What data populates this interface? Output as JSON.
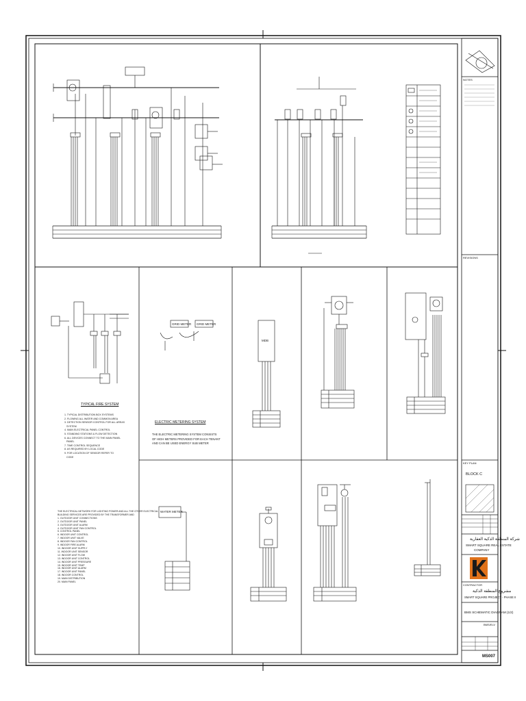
{
  "drawing": {
    "panel_captions": {
      "riser_left": "",
      "riser_right": "",
      "typical_fire": "TYPICAL FIRE SYSTEM",
      "metering": "ELECTRIC METERING SYSTEM",
      "wall_mount": "",
      "main_panel": "",
      "outdoor_panel": "",
      "typical_riser": "",
      "meter_board": ""
    },
    "box_labels": {
      "grid_meter_1": "GRID METER",
      "grid_meter_2": "GRID METER",
      "water_meter": "WATER METER",
      "mdb": "MDB"
    },
    "metering_text": "THE ELECTRIC METERING SYSTEM CONSISTS\nOF HIGH METERS PROVIDED FOR EACH TENANT\nAND CAN BE USED ENERGY SUB METER",
    "fire_notes": "1. TYPICAL DISTRIBUTION BOX SYSTEMS\n2. FLOWING ALL WATER AND COMMON AREA\n3. DETECTION SENSOR CONTROL FOR ALL AREAS\n   SYSTEM\n4. MAIN ELECTRICAL PANEL CONTROL\n5. STANDING STATIONS & FLOW DETECTION\n6. ALL DEVICES CONNECT TO THE MAIN PANEL\n   PANEL\n7. TIME CONTROL SEQUENCE\n8. AS REQUIRED BY LOCAL CODE\n9. FOR LOCATION OF SENSOR REFER TO\n   CODE",
    "lower_notes": "THE ELECTRICAL NETWORK FOR LIGHTING POWER AND ALL THE OTHER ELECTRICAL\nBUILDING SERVICES ARE PROVIDED BY THE TRANSFORMER AND\n1. OUTDOOR UNIT CONNECTIONS\n2. OUTDOOR UNIT PANEL\n3. OUTDOOR UNIT ALARM\n4. OUTDOOR UNIT FAN CONTROL\n5. CONTROL PANEL\n6. INDOOR UNIT CONTROL\n7. INDOOR UNIT VALVE\n8. INDOOR FAN CONTROL\n9. INDOOR FIRE ALARM\n10. INDOOR UNIT SUPPLY\n11. INDOOR UNIT SENSOR\n12. INDOOR UNIT FLOW\n13. INDOOR UNIT CONTROL\n14. INDOOR UNIT PRESSURE\n15. INDOOR UNIT TEMP\n16. INDOOR UNIT ALARM\n17. INDOOR UNIT PANEL\n18. INDOOR CONTROL\n19. MAIN DISTRIBUTION\n20. MAIN PANEL"
  },
  "title_block": {
    "key_plan_heading": "KEY PLAN",
    "block_label": "BLOCK C",
    "company_ar": "شركة المنطقة الذكية العقارية",
    "company_en_1": "SMART SQUARE REAL ESTATE",
    "company_en_2": "COMPANY",
    "project_ar": "مشروع المنطقة الذكية",
    "project_en": "SMART SQUARE PROJECT - PHASE II",
    "drawing_title": "BMS SCHEMATIC DIAGRAM (1/2)",
    "discipline": "BMS/ELV",
    "contractor": "CONTRACTOR",
    "drawing_no": "MS007",
    "notes_heading": "NOTES",
    "revisions_heading": "REVISIONS",
    "logo_brand_color": "#e0721a"
  },
  "colors": {
    "line": "#111111",
    "accent": "#e0721a"
  }
}
